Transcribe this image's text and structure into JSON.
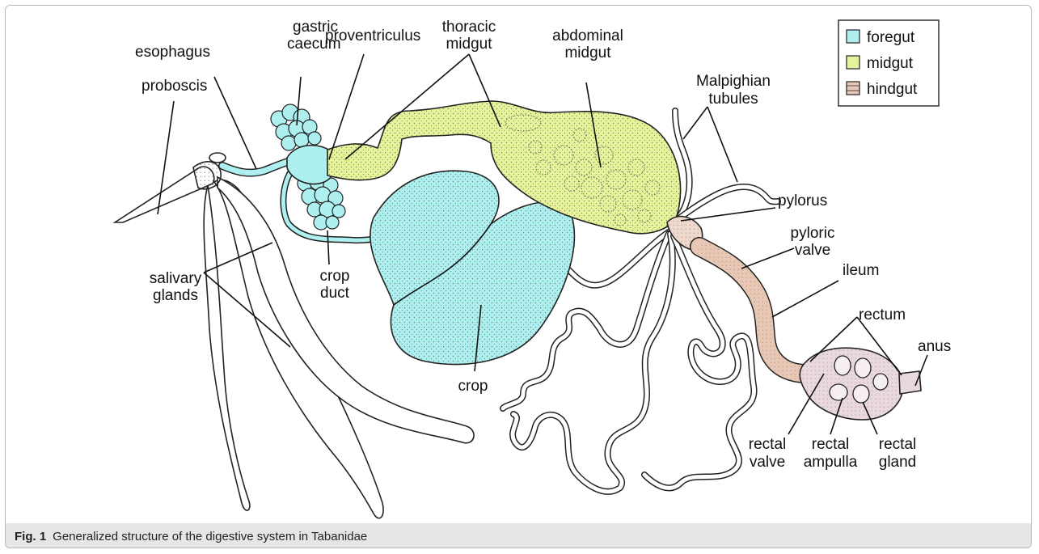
{
  "colors": {
    "foregut": "#aef0ef",
    "midgut": "#e7f39a",
    "hindgut": "#e8c7b5",
    "rectum": "#ead8e0",
    "caption_bg": "#e6e6e6"
  },
  "legend": {
    "foregut": "foregut",
    "midgut": "midgut",
    "hindgut": "hindgut"
  },
  "labels": {
    "proboscis": "proboscis",
    "esophagus": "esophagus",
    "gastric_caecum": [
      "gastric",
      "caecum"
    ],
    "proventriculus": "proventriculus",
    "thoracic_midgut": [
      "thoracic",
      "midgut"
    ],
    "abdominal_midgut": [
      "abdominal",
      "midgut"
    ],
    "malpighian_tubules": [
      "Malpighian",
      "tubules"
    ],
    "pylorus": "pylorus",
    "pyloric_valve": [
      "pyloric",
      "valve"
    ],
    "ileum": "ileum",
    "rectum": "rectum",
    "anus": "anus",
    "salivary_glands": [
      "salivary",
      "glands"
    ],
    "crop_duct": [
      "crop",
      "duct"
    ],
    "crop": "crop",
    "rectal_valve": [
      "rectal",
      "valve"
    ],
    "rectal_ampulla": [
      "rectal",
      "ampulla"
    ],
    "rectal_gland": [
      "rectal",
      "gland"
    ]
  },
  "caption": {
    "number": "Fig. 1",
    "text": "Generalized structure of the digestive system in Tabanidae"
  }
}
